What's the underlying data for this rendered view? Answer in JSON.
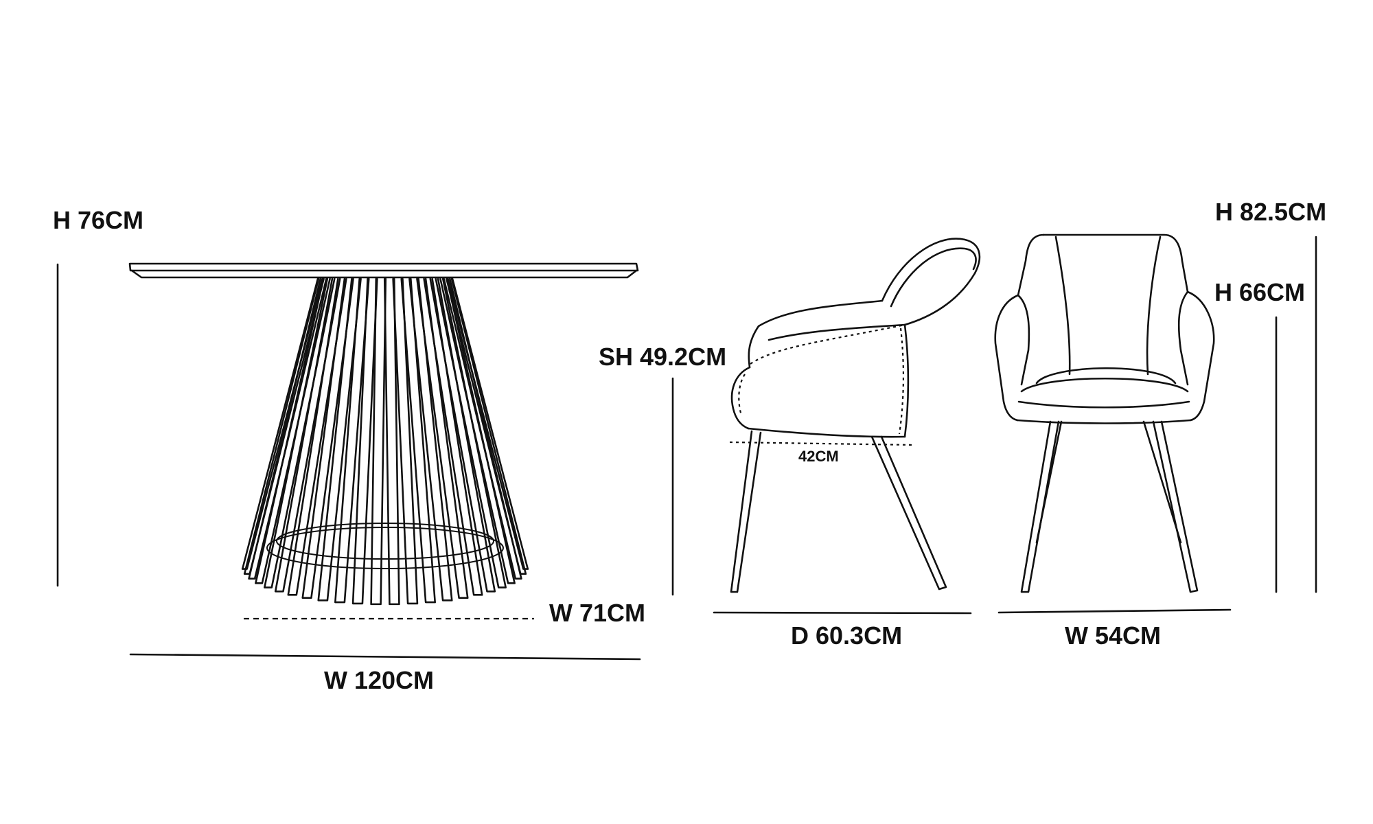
{
  "table": {
    "height_label": "H 76CM",
    "width_label": "W 120CM",
    "base_width_label": "W 71CM"
  },
  "chair_side": {
    "seat_height_label": "SH 49.2CM",
    "seat_depth_label": "42CM",
    "depth_label": "D 60.3CM"
  },
  "chair_front": {
    "height_label": "H 82.5CM",
    "arm_height_label": "H 66CM",
    "width_label": "W 54CM"
  }
}
